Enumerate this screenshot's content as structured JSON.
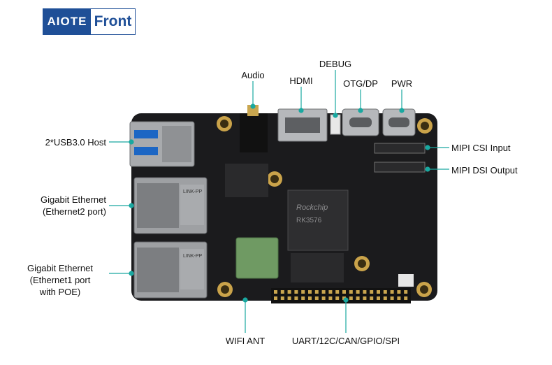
{
  "badge": {
    "brand": "AIOTE",
    "word": "Front"
  },
  "labels": {
    "usb": "2*USB3.0 Host",
    "eth2_line1": "Gigabit Ethernet",
    "eth2_line2": "(Ethernet2 port)",
    "eth1_line1": "Gigabit Ethernet",
    "eth1_line2": "(Ethernet1 port",
    "eth1_line3": "with POE)",
    "audio": "Audio",
    "hdmi": "HDMI",
    "debug": "DEBUG",
    "otg": "OTG/DP",
    "pwr": "PWR",
    "csi": "MIPI CSI Input",
    "dsi": "MIPI DSI Output",
    "wifi": "WIFI ANT",
    "gpio": "UART/12C/CAN/GPIO/SPI"
  },
  "colors": {
    "leader": "#19a8a0",
    "brand": "#1f4f97",
    "board": "#1b1b1d"
  },
  "board_text": {
    "soc_brand": "Rockchip",
    "soc_model": "RK3576",
    "magjack": "LINK-PP"
  }
}
